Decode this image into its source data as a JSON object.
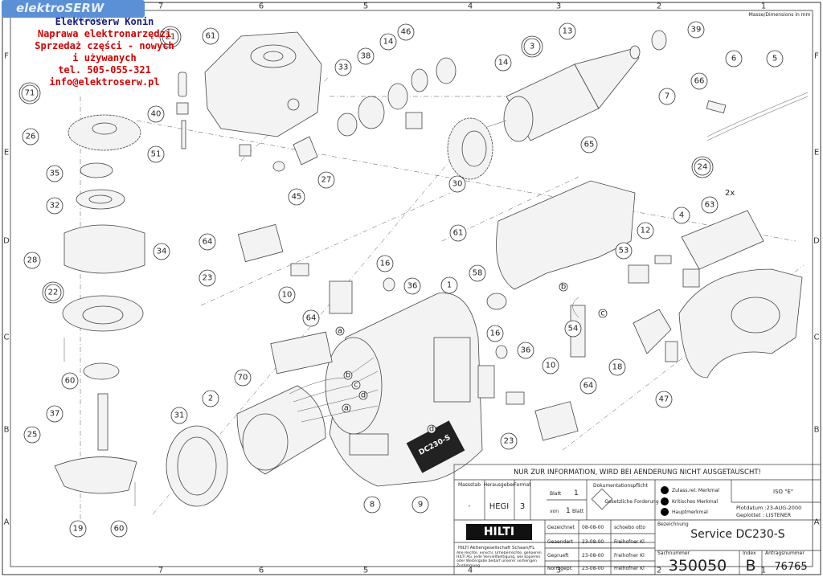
{
  "logo": {
    "text": "elektroSERW",
    "sub": "KONIN"
  },
  "ad": {
    "line1": "Elektroserw Konin",
    "line2": "Naprawa elektronarzędzi",
    "line3": "Sprzedaż części - nowych",
    "line4": "i używanych",
    "line5": "tel. 505-055-321",
    "line6": "info@elektroserw.pl"
  },
  "frame": {
    "top_cols": [
      "7",
      "6",
      "5",
      "4",
      "3",
      "2",
      "1"
    ],
    "bottom_cols": [
      "7",
      "6",
      "5",
      "4",
      "3",
      "2",
      "1"
    ],
    "rows": [
      "F",
      "E",
      "D",
      "C",
      "B",
      "A"
    ],
    "corner_note": "Masse/Dimensions in mm"
  },
  "callouts": [
    "21",
    "61",
    "40",
    "51",
    "33",
    "38",
    "14",
    "46",
    "13",
    "3",
    "39",
    "6",
    "5",
    "71",
    "26",
    "35",
    "32",
    "34",
    "28",
    "22",
    "60",
    "37",
    "25",
    "19",
    "60",
    "45",
    "27",
    "30",
    "14",
    "65",
    "66",
    "7",
    "24",
    "63",
    "4",
    "12",
    "61",
    "64",
    "23",
    "10",
    "16",
    "36",
    "64",
    "1",
    "58",
    "53",
    "54",
    "18",
    "47",
    "70",
    "2",
    "31",
    "16",
    "36",
    "10",
    "64",
    "23",
    "8",
    "9"
  ],
  "wire_labels": [
    "a",
    "b",
    "c",
    "d",
    "a",
    "b",
    "c",
    "d"
  ],
  "second_count": "2x",
  "brand_panel": "DC230-S",
  "title_block": {
    "notice": "NUR ZUR INFORMATION, WIRD BEI AENDERUNG NICHT AUSGETAUSCHT!",
    "massstab_label": "Massstab",
    "massstab_value": "-",
    "herausgeber_label": "Herausgeber",
    "herausgeber_value": "HEGI",
    "format_label": "Format",
    "format_value": "3",
    "blatt_label": "Blatt",
    "blatt_value": "1",
    "von_label": "von",
    "von_value": "1",
    "blatt2_label": "Blatt",
    "dok_label": "Dokumentationspflicht",
    "gesetzliche": "Gesetzliche Forderung",
    "merkmal1": "Zulass.rel. Merkmal",
    "merkmal2": "Kritisches Merkmal",
    "merkmal3": "Hauptmerkmal",
    "iso": "ISO \"E\"",
    "plotdatum": "Plotdatum :23-AUG-2000",
    "geplottet": "Geplottet : LISTENER",
    "hilti": "HILTI",
    "company": "HILTI Aktiengesellschaft Schaan/FL",
    "rights": "Alle Rechte, einschl. Urheberrechte, gehoeren HILTI AG. Jede Vervielfaeltigung, wie kopieren oder Weitergabe bedarf unserer vorherigen Zustimmung",
    "gezeichnet_label": "Gezeichnet",
    "gezeichnet_date": "08-08-00",
    "gezeichnet_name": "schoebo otto",
    "geaendert_label": "Geaendert",
    "geaendert_date": "23-08-00",
    "geaendert_name": "Freihofner Kl",
    "geprueft_label": "Geprueft",
    "geprueft_date": "23-08-00",
    "geprueft_name": "Freihofner Kl",
    "normgepr_label": "Normgepr.",
    "normgepr_date": "23-08-00",
    "normgepr_name": "Freihofner Kl",
    "bezeichnung_label": "Bezeichnung",
    "bezeichnung_value": "Service  DC230-S",
    "sachnummer_label": "Sachnummer",
    "sachnummer_value": "350050",
    "index_label": "Index",
    "index_value": "B",
    "antrag_label": "Antragsnummer",
    "antrag_value": "76765"
  }
}
